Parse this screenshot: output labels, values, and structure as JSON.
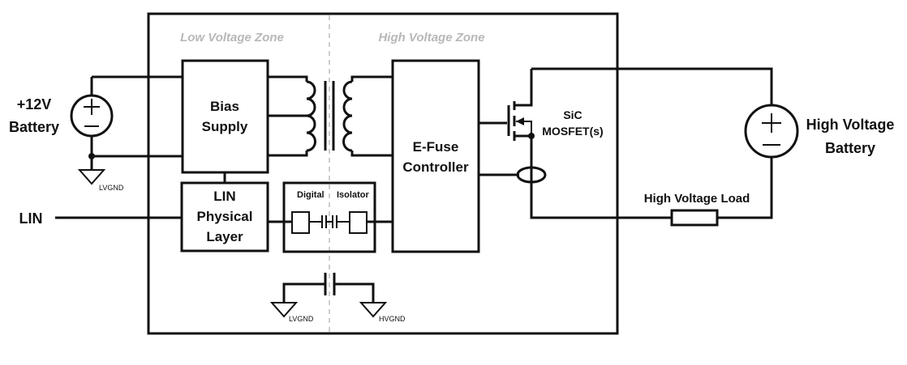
{
  "zones": {
    "low": "Low Voltage Zone",
    "high": "High Voltage Zone"
  },
  "sources": {
    "battery_12v_line1": "+12V",
    "battery_12v_line2": "Battery",
    "hv_battery_line1": "High Voltage",
    "hv_battery_line2": "Battery"
  },
  "blocks": {
    "bias_line1": "Bias",
    "bias_line2": "Supply",
    "lin_phy_line1": "LIN",
    "lin_phy_line2": "Physical",
    "lin_phy_line3": "Layer",
    "iso_left": "Digital",
    "iso_right": "Isolator",
    "efuse_line1": "E-Fuse",
    "efuse_line2": "Controller"
  },
  "components": {
    "mosfet_line1": "SiC",
    "mosfet_line2": "MOSFET(s)",
    "load": "High Voltage Load",
    "lin_input": "LIN"
  },
  "grounds": {
    "lvgnd_left": "LVGND",
    "lvgnd_bottom": "LVGND",
    "hvgnd": "HVGND"
  },
  "symbols": {
    "plus": "+",
    "minus": "−"
  }
}
